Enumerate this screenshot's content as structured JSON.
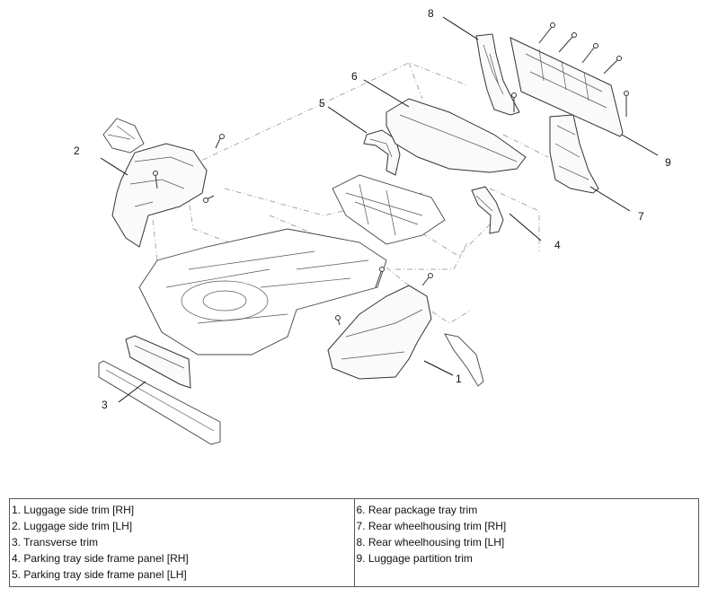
{
  "callouts": [
    "1",
    "2",
    "3",
    "4",
    "5",
    "6",
    "7",
    "8",
    "9"
  ],
  "legend": {
    "left": [
      "1. Luggage side trim [RH]",
      "2. Luggage side trim [LH]",
      "3. Transverse trim",
      "4. Parking tray side frame panel [RH]",
      "5. Parking tray side frame panel [LH]"
    ],
    "right": [
      "6. Rear package tray trim",
      "7. Rear wheelhousing trim [RH]",
      "8. Rear wheelhousing trim [LH]",
      "9. Luggage partition trim"
    ]
  }
}
